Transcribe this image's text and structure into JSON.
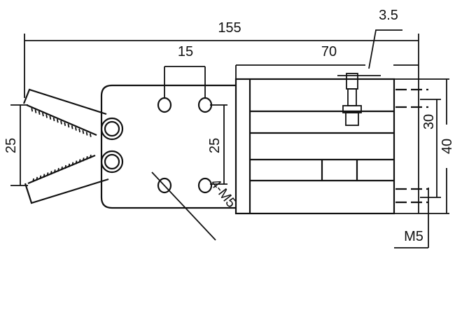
{
  "dimensions": {
    "overall_length": "155",
    "cylinder_length": "70",
    "port_offset": "3.5",
    "hole_spacing_horizontal": "15",
    "hole_spacing_vertical": "25",
    "jaw_opening": "25",
    "mount_spacing_inner": "30",
    "body_height": "40",
    "mount_thread": "M5",
    "plate_holes": "4-M5"
  },
  "colors": {
    "line": "#111111",
    "background": "#ffffff"
  }
}
